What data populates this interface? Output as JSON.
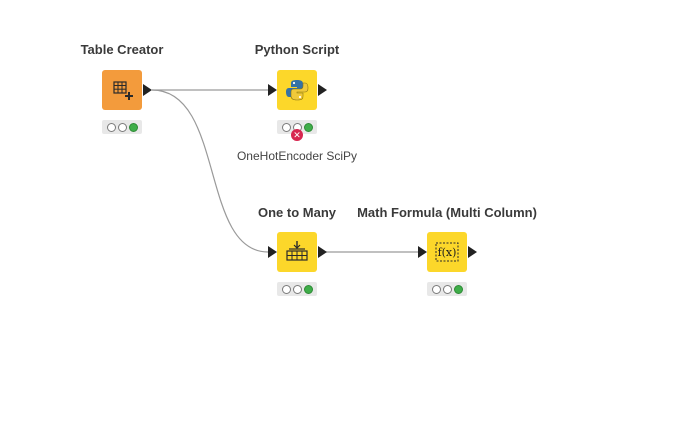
{
  "workflow": {
    "colors": {
      "source_node": "#f39b3c",
      "manipulator_node": "#fcd72a",
      "status_green": "#3fae49",
      "error": "#d7264f",
      "edge": "#9a9a9a"
    },
    "nodes": {
      "table_creator": {
        "title": "Table Creator",
        "icon": "table-plus-icon",
        "status": [
          "off",
          "off",
          "green"
        ]
      },
      "python_script": {
        "title": "Python Script",
        "icon": "python-icon",
        "status": [
          "off",
          "off",
          "green"
        ],
        "error": true,
        "annotation": "OneHotEncoder SciPy"
      },
      "one_to_many": {
        "title": "One to Many",
        "icon": "split-columns-icon",
        "status": [
          "off",
          "off",
          "green"
        ]
      },
      "math_formula": {
        "title": "Math Formula (Multi Column)",
        "icon": "fx-icon",
        "icon_text": "f(x)",
        "status": [
          "off",
          "off",
          "green"
        ]
      }
    },
    "connections": [
      {
        "from": "table_creator",
        "to": "python_script"
      },
      {
        "from": "table_creator",
        "to": "one_to_many"
      },
      {
        "from": "one_to_many",
        "to": "math_formula"
      }
    ]
  }
}
